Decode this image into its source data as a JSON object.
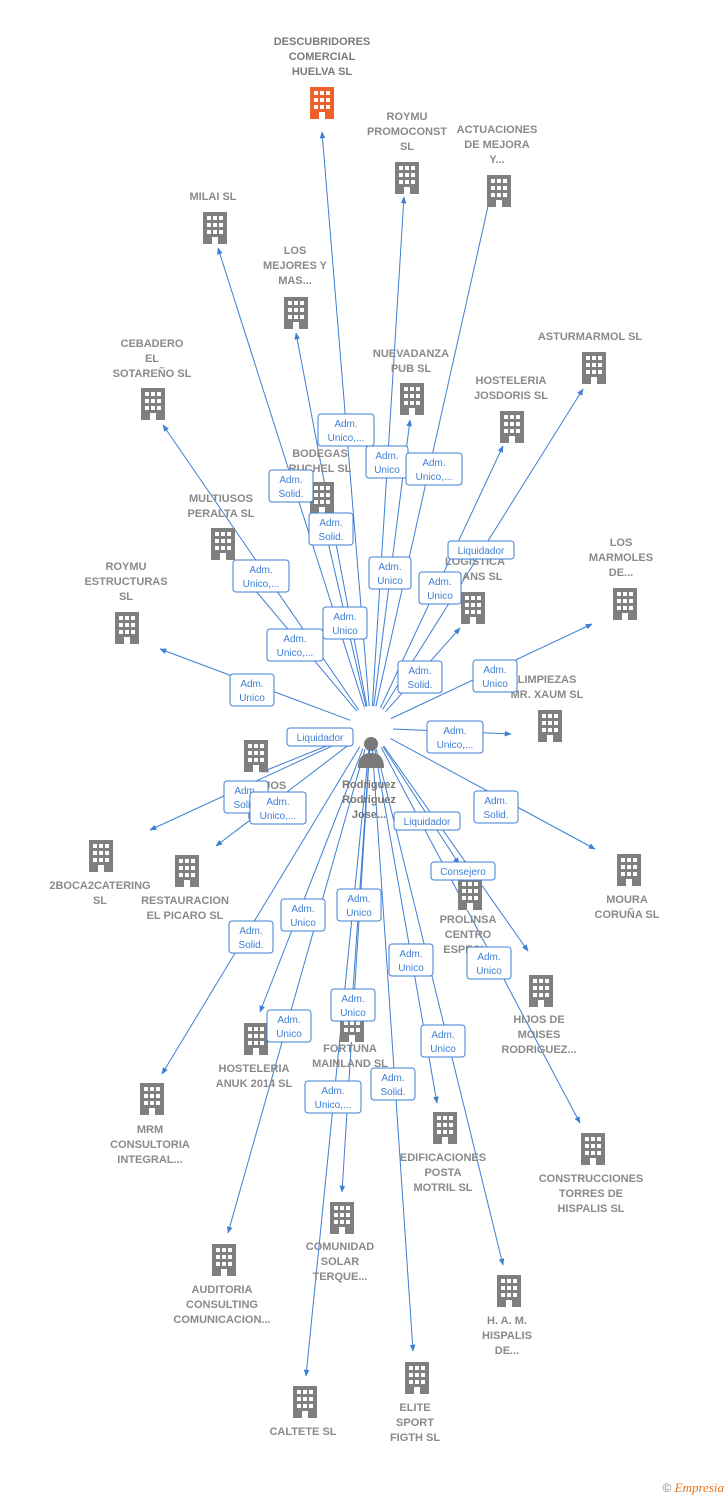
{
  "center": {
    "lines": [
      "Rodriguez",
      "Rodriguez",
      "Jose..."
    ]
  },
  "colors": {
    "edge": "#3d7fd4",
    "building": "#7f7f7f",
    "highlight": "#f0602a",
    "person": "#7a7a7a"
  },
  "nodes": [
    {
      "id": "descubridores",
      "lines": [
        "DESCUBRIDORES",
        "COMERCIAL",
        "HUELVA  SL"
      ],
      "highlight": true
    },
    {
      "id": "roymu-promo",
      "lines": [
        "ROYMU",
        "PROMOCONST",
        "SL"
      ]
    },
    {
      "id": "actuaciones",
      "lines": [
        "ACTUACIONES",
        "DE MEJORA",
        "Y..."
      ]
    },
    {
      "id": "milai",
      "lines": [
        "MILAI  SL"
      ]
    },
    {
      "id": "los-mejores",
      "lines": [
        "LOS",
        "MEJORES Y",
        "MAS..."
      ]
    },
    {
      "id": "asturmarmol",
      "lines": [
        "ASTURMARMOL SL"
      ]
    },
    {
      "id": "cebadero",
      "lines": [
        "CEBADERO",
        "EL",
        "SOTAREÑO  SL"
      ]
    },
    {
      "id": "nuevadanza",
      "lines": [
        "NUEVADANZA",
        "PUB  SL"
      ]
    },
    {
      "id": "hosteleria-josdoris",
      "lines": [
        "HOSTELERIA",
        "JOSDORIS SL"
      ]
    },
    {
      "id": "bodegas",
      "lines": [
        "BODEGAS",
        "RUCHEL SL"
      ]
    },
    {
      "id": "multiusos",
      "lines": [
        "MULTIUSOS",
        "PERALTA  SL"
      ]
    },
    {
      "id": "logistica",
      "lines": [
        "LOGISTICA",
        "TRANS  SL"
      ]
    },
    {
      "id": "los-marmoles",
      "lines": [
        "LOS",
        "MARMOLES",
        "DE..."
      ]
    },
    {
      "id": "roymu-estructuras",
      "lines": [
        "ROYMU",
        "ESTRUCTURAS",
        "SL"
      ]
    },
    {
      "id": "limpiezas",
      "lines": [
        "LIMPIEZAS",
        "MR.  XAUM SL"
      ]
    },
    {
      "id": "trabajos",
      "lines": [
        "TRABAJOS",
        "ALES",
        "D..."
      ]
    },
    {
      "id": "2boca2",
      "lines": [
        "2BOCA2CATERING",
        "SL"
      ]
    },
    {
      "id": "restauracion",
      "lines": [
        "RESTAURACION",
        "EL PICARO  SL"
      ]
    },
    {
      "id": "moura",
      "lines": [
        "MOURA",
        "CORUÑA  SL"
      ]
    },
    {
      "id": "prolinsa",
      "lines": [
        "PROLINSA",
        "CENTRO",
        "ESPECI..."
      ]
    },
    {
      "id": "hijos-moises",
      "lines": [
        "HIJOS DE",
        "MOISES",
        "RODRIGUEZ..."
      ]
    },
    {
      "id": "hosteleria-anuk",
      "lines": [
        "HOSTELERIA",
        "ANUK 2014  SL"
      ]
    },
    {
      "id": "fortuna",
      "lines": [
        "FORTUNA",
        "MAINLAND  SL"
      ]
    },
    {
      "id": "mrm",
      "lines": [
        "MRM",
        "CONSULTORIA",
        "INTEGRAL..."
      ]
    },
    {
      "id": "edificaciones",
      "lines": [
        "EDIFICACIONES",
        "POSTA",
        "MOTRIL SL"
      ]
    },
    {
      "id": "construcciones",
      "lines": [
        "CONSTRUCCIONES",
        "TORRES DE",
        "HISPALIS SL"
      ]
    },
    {
      "id": "comunidad",
      "lines": [
        "COMUNIDAD",
        "SOLAR",
        "TERQUE..."
      ]
    },
    {
      "id": "auditoria",
      "lines": [
        "AUDITORIA",
        "CONSULTING",
        "COMUNICACION..."
      ]
    },
    {
      "id": "ham",
      "lines": [
        "H.  A. M.",
        "HISPALIS",
        "DE..."
      ]
    },
    {
      "id": "caltete",
      "lines": [
        "CALTETE  SL"
      ]
    },
    {
      "id": "elite",
      "lines": [
        "ELITE",
        "SPORT",
        "FIGTH  SL"
      ]
    }
  ],
  "edge_labels": [
    {
      "id": "l1",
      "lines": [
        "Adm.",
        "Unico,..."
      ]
    },
    {
      "id": "l2",
      "lines": [
        "Adm.",
        "Unico"
      ]
    },
    {
      "id": "l3",
      "lines": [
        "Adm.",
        "Unico,..."
      ]
    },
    {
      "id": "l4",
      "lines": [
        "Adm.",
        "Solid."
      ]
    },
    {
      "id": "l5",
      "lines": [
        "Adm.",
        "Solid."
      ]
    },
    {
      "id": "l6",
      "lines": [
        "Liquidador"
      ]
    },
    {
      "id": "l7",
      "lines": [
        "Adm.",
        "Unico"
      ]
    },
    {
      "id": "l8",
      "lines": [
        "Adm.",
        "Unico,..."
      ]
    },
    {
      "id": "l9",
      "lines": [
        "Adm.",
        "Unico"
      ]
    },
    {
      "id": "l10",
      "lines": [
        "Adm.",
        "Unico"
      ]
    },
    {
      "id": "l11",
      "lines": [
        "Adm.",
        "Unico,..."
      ]
    },
    {
      "id": "l12",
      "lines": [
        "Adm.",
        "Solid."
      ]
    },
    {
      "id": "l13",
      "lines": [
        "Adm.",
        "Unico"
      ]
    },
    {
      "id": "l14",
      "lines": [
        "Adm.",
        "Unico"
      ]
    },
    {
      "id": "l15",
      "lines": [
        "Liquidador"
      ]
    },
    {
      "id": "l16",
      "lines": [
        "Adm.",
        "Unico,..."
      ]
    },
    {
      "id": "l17",
      "lines": [
        "Adm.",
        "Solid."
      ]
    },
    {
      "id": "l18",
      "lines": [
        "Adm.",
        "Unico,..."
      ]
    },
    {
      "id": "l19",
      "lines": [
        "Adm.",
        "Solid."
      ]
    },
    {
      "id": "l20",
      "lines": [
        "Liquidador"
      ]
    },
    {
      "id": "l21",
      "lines": [
        "Consejero"
      ]
    },
    {
      "id": "l22",
      "lines": [
        "Adm.",
        "Solid."
      ]
    },
    {
      "id": "l23",
      "lines": [
        "Adm.",
        "Unico"
      ]
    },
    {
      "id": "l24",
      "lines": [
        "Adm.",
        "Unico"
      ]
    },
    {
      "id": "l25",
      "lines": [
        "Adm.",
        "Unico"
      ]
    },
    {
      "id": "l26",
      "lines": [
        "Adm.",
        "Unico"
      ]
    },
    {
      "id": "l27",
      "lines": [
        "Adm.",
        "Unico"
      ]
    },
    {
      "id": "l28",
      "lines": [
        "Adm.",
        "Unico"
      ]
    },
    {
      "id": "l29",
      "lines": [
        "Adm.",
        "Unico"
      ]
    },
    {
      "id": "l30",
      "lines": [
        "Adm.",
        "Unico,..."
      ]
    },
    {
      "id": "l31",
      "lines": [
        "Adm.",
        "Solid."
      ]
    }
  ],
  "footer": {
    "copyright": "©",
    "brand": "Empresia"
  }
}
